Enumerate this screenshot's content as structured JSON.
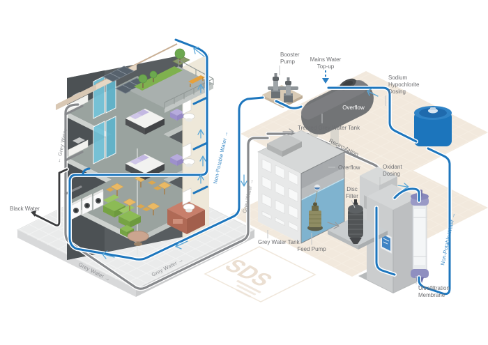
{
  "diagram": {
    "type": "isometric-grey-water-recycling-system",
    "watermark": {
      "brand": "SDS"
    },
    "labels": {
      "booster_pump": [
        "Booster",
        "Pump"
      ],
      "mains_water_topup": [
        "Mains Water",
        "Top-up"
      ],
      "treated_tank_overflow": "Overflow",
      "treated_grey_water_tank": "Treated Grey Water Tank",
      "sodium_hypochlorite_dosing": [
        "Sodium",
        "Hypochlorite",
        "Dosing"
      ],
      "recirculation": "Recirculation",
      "feed_tank_overflow": "Overflow",
      "oxidant_dosing": [
        "Oxidant",
        "Dosing"
      ],
      "disc_filter": [
        "Disc",
        "Filter"
      ],
      "grey_water_tank": "Grey Water Tank",
      "feed_pump": "Feed Pump",
      "ultrafiltration_membrane": [
        "Ultrafiltration",
        "Membrane"
      ],
      "black_water": "Black Water"
    },
    "flow_labels": {
      "non_potable_building": "Non-Potable Water →",
      "non_potable_treatment": "Non-Potable Water →",
      "grey_water_downpipe": "← Grey Water",
      "grey_water_riser": "Grey Water →",
      "grey_water_run_1": "Grey Water →",
      "grey_water_run_2": "Grey Water →"
    },
    "icons": {
      "flow_arrow": "light-blue directional chevron along pipes"
    },
    "colors": {
      "pipe_non_potable": "#1d76bd",
      "pipe_grey": "#87898c",
      "pipe_black": "#3b3c3e",
      "flow_arrow": "#5aa7d8",
      "treated_tank": "#727476",
      "dosing_tank": "#1c75bc",
      "tank_water": "#7fb3cf",
      "floor_beige": "#f2e9dd",
      "label_text": "#6d6e71",
      "flow_label_blue": "#3d8bc6",
      "flow_label_grey": "#8d8f92"
    }
  }
}
